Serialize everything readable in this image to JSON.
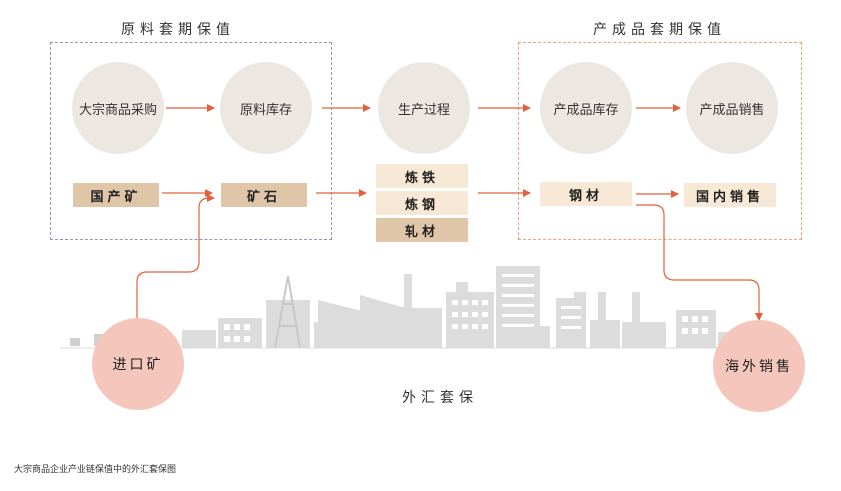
{
  "titles": {
    "raw": "原料套期保值",
    "product": "产成品套期保值",
    "fx": "外汇套保"
  },
  "circles": {
    "purchase": "大宗商品采购",
    "raw_stock": "原料库存",
    "production": "生产过程",
    "product_stock": "产成品库存",
    "product_sale": "产成品销售"
  },
  "boxes": {
    "domestic_ore": "国产矿",
    "ore": "矿石",
    "iron": "炼铁",
    "steelmaking": "炼钢",
    "rolling": "轧材",
    "steel": "钢材",
    "domestic_sale": "国内销售"
  },
  "pink_circles": {
    "import_ore": "进口矿",
    "overseas_sale": "海外销售"
  },
  "caption": "大宗商品企业产业链保值中的外汇套保图",
  "colors": {
    "arrow": "#e4603c",
    "raw_border": "#9b93b8",
    "product_border": "#f0a37a",
    "circle_fill": "#ede7e1",
    "box_dark": "#e0c6a8",
    "box_light": "#f8e8d6",
    "pink": "#f5c6bb",
    "skyline": "#d6d6d6"
  }
}
